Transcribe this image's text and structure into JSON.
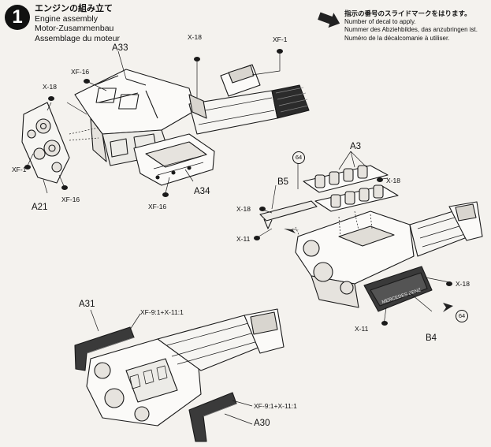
{
  "step": {
    "number": "1",
    "title_jp": "エンジンの組み立て",
    "title_en": "Engine assembly",
    "title_de": "Motor-Zusammenbau",
    "title_fr": "Assemblage du moteur"
  },
  "decal_note": {
    "jp": "指示の番号のスライドマークをはります。",
    "en": "Number of decal to apply.",
    "de": "Nummer des Abziehbildes, das anzubringen ist.",
    "fr": "Numéro de la décalcomanie à utiliser."
  },
  "parts": {
    "a33": "A33",
    "a34": "A34",
    "a21": "A21",
    "a3": "A3",
    "b5": "B5",
    "b4": "B4",
    "a31": "A31",
    "a30": "A30"
  },
  "screws": {
    "x18_top": "X-18",
    "xf1_top": "XF-1",
    "xf16_left": "XF-16",
    "x18_left": "X-18",
    "xf1_left": "XF-1",
    "xf16_a21": "XF-16",
    "xf16_a34": "XF-16",
    "x18_a3": "X-18",
    "x18_b5": "X-18",
    "x11_b5": "X-11",
    "x18_b4": "X-18",
    "x11_b4": "X-11",
    "mix_a31": "XF-9:1+X-11:1",
    "mix_a30": "XF-9:1+X-11:1"
  },
  "decals": {
    "d64_top": "64",
    "d64_b4": "64"
  },
  "rocker_text": "MERCEDES BENZ"
}
